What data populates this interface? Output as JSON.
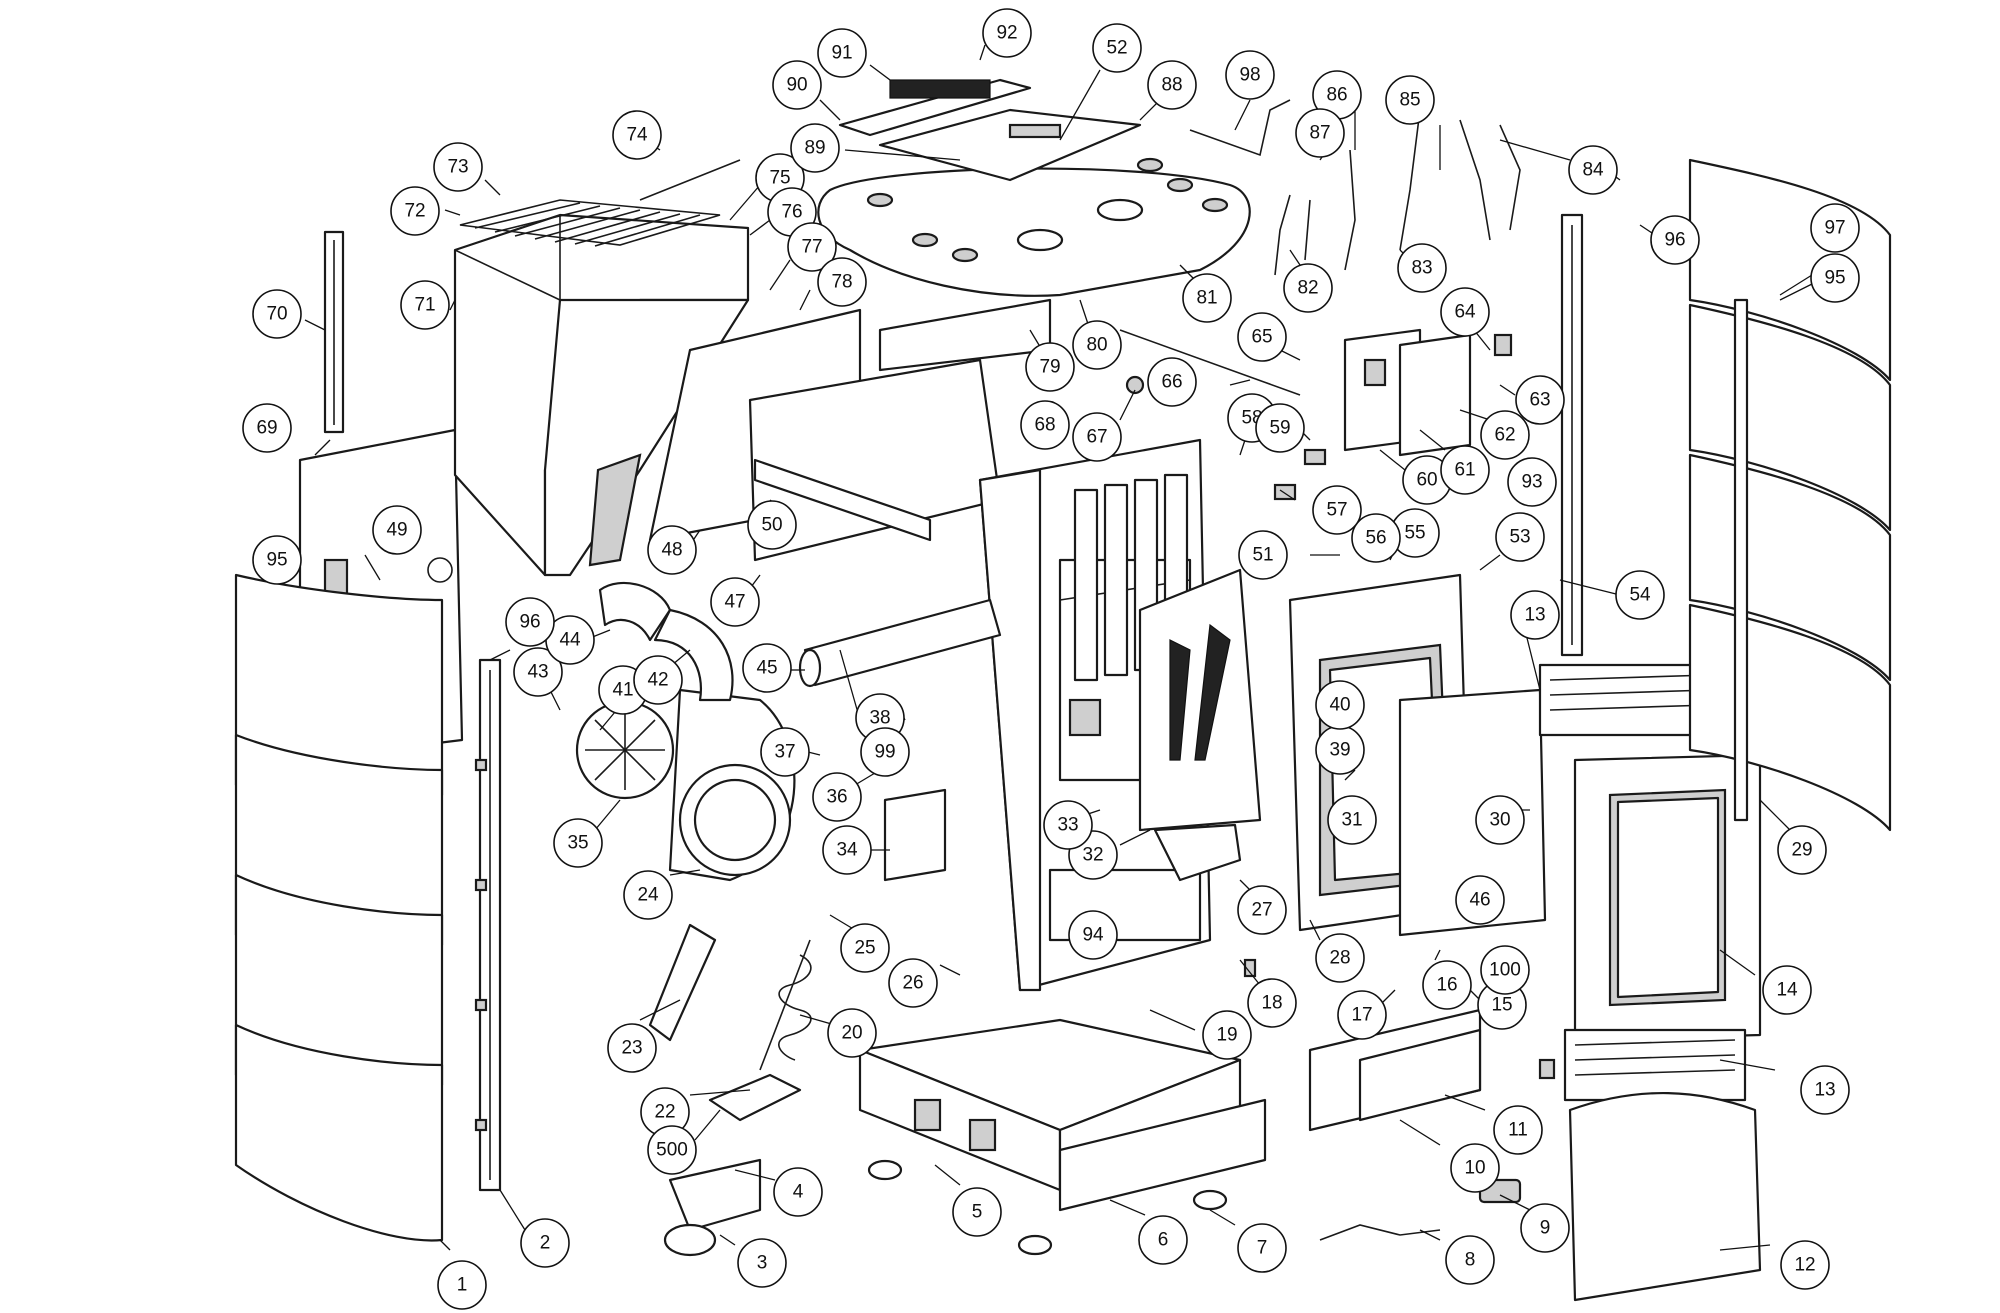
{
  "callouts": [
    "1",
    "2",
    "3",
    "4",
    "5",
    "6",
    "7",
    "8",
    "9",
    "10",
    "11",
    "12",
    "13",
    "13",
    "14",
    "15",
    "16",
    "17",
    "18",
    "19",
    "20",
    "22",
    "23",
    "24",
    "25",
    "26",
    "27",
    "28",
    "29",
    "30",
    "31",
    "32",
    "33",
    "34",
    "35",
    "36",
    "37",
    "38",
    "39",
    "40",
    "41",
    "42",
    "43",
    "44",
    "45",
    "46",
    "47",
    "48",
    "49",
    "50",
    "51",
    "52",
    "53",
    "54",
    "55",
    "56",
    "57",
    "58",
    "59",
    "60",
    "61",
    "62",
    "63",
    "64",
    "65",
    "66",
    "67",
    "68",
    "69",
    "70",
    "71",
    "72",
    "73",
    "74",
    "75",
    "76",
    "77",
    "78",
    "79",
    "80",
    "81",
    "82",
    "83",
    "84",
    "85",
    "86",
    "87",
    "88",
    "89",
    "90",
    "91",
    "92",
    "93",
    "94",
    "95",
    "95",
    "96",
    "96",
    "97",
    "98",
    "99",
    "100",
    "500"
  ],
  "icons": {
    "side_panel_left": "left-side-panel-icon",
    "side_panel_right": "right-side-panel-icon",
    "front_door": "front-door-icon",
    "hopper": "pellet-hopper-icon",
    "top_cover": "top-cover-icon",
    "fan": "combustion-fan-icon",
    "auger": "auger-screw-icon",
    "base": "base-frame-icon",
    "firebox": "firebox-frame-icon",
    "control_board": "control-board-icon",
    "ash_drawer": "ash-drawer-icon"
  }
}
